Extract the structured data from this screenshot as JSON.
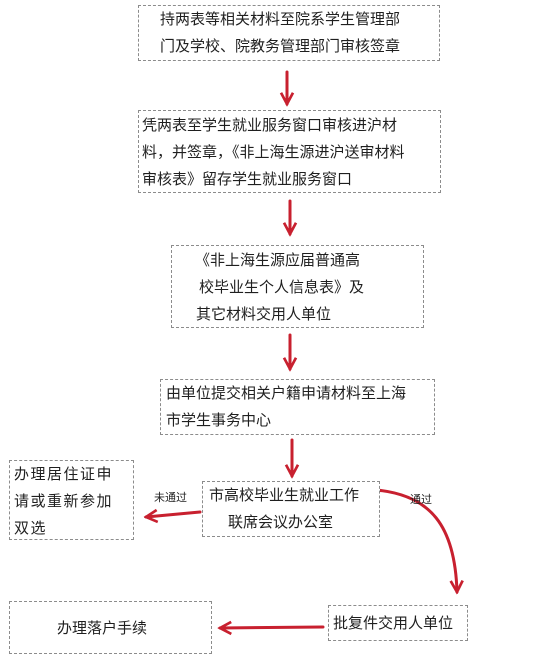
{
  "nodes": {
    "step1": {
      "lines": [
        "持两表等相关材料至院系学生管理部",
        "门及学校、院教务管理部门审核签章"
      ]
    },
    "step2": {
      "lines": [
        "凭两表至学生就业服务窗口审核进沪材",
        "料，并签章，《非上海生源进沪送审材料",
        "审核表》留存学生就业服务窗口"
      ]
    },
    "step3": {
      "lines": [
        "《非上海生源应届普通高",
        "校毕业生个人信息表》及",
        "其它材料交用人单位"
      ]
    },
    "step4": {
      "lines": [
        "由单位提交相关户籍申请材料至上海",
        "市学生事务中心"
      ]
    },
    "step5": {
      "lines": [
        "市高校毕业生就业工作",
        "联席会议办公室"
      ]
    },
    "reject": {
      "lines": [
        "办理居住证申",
        "请或重新参加",
        "双选"
      ]
    },
    "approve": {
      "lines": [
        "批复件交用人单位"
      ]
    },
    "final": {
      "lines": [
        "办理落户手续"
      ]
    }
  },
  "edges": {
    "rejected_label": "未通过",
    "approved_label": "通过"
  },
  "colors": {
    "arrow": "#c8202f",
    "border": "#8c8c8c"
  }
}
